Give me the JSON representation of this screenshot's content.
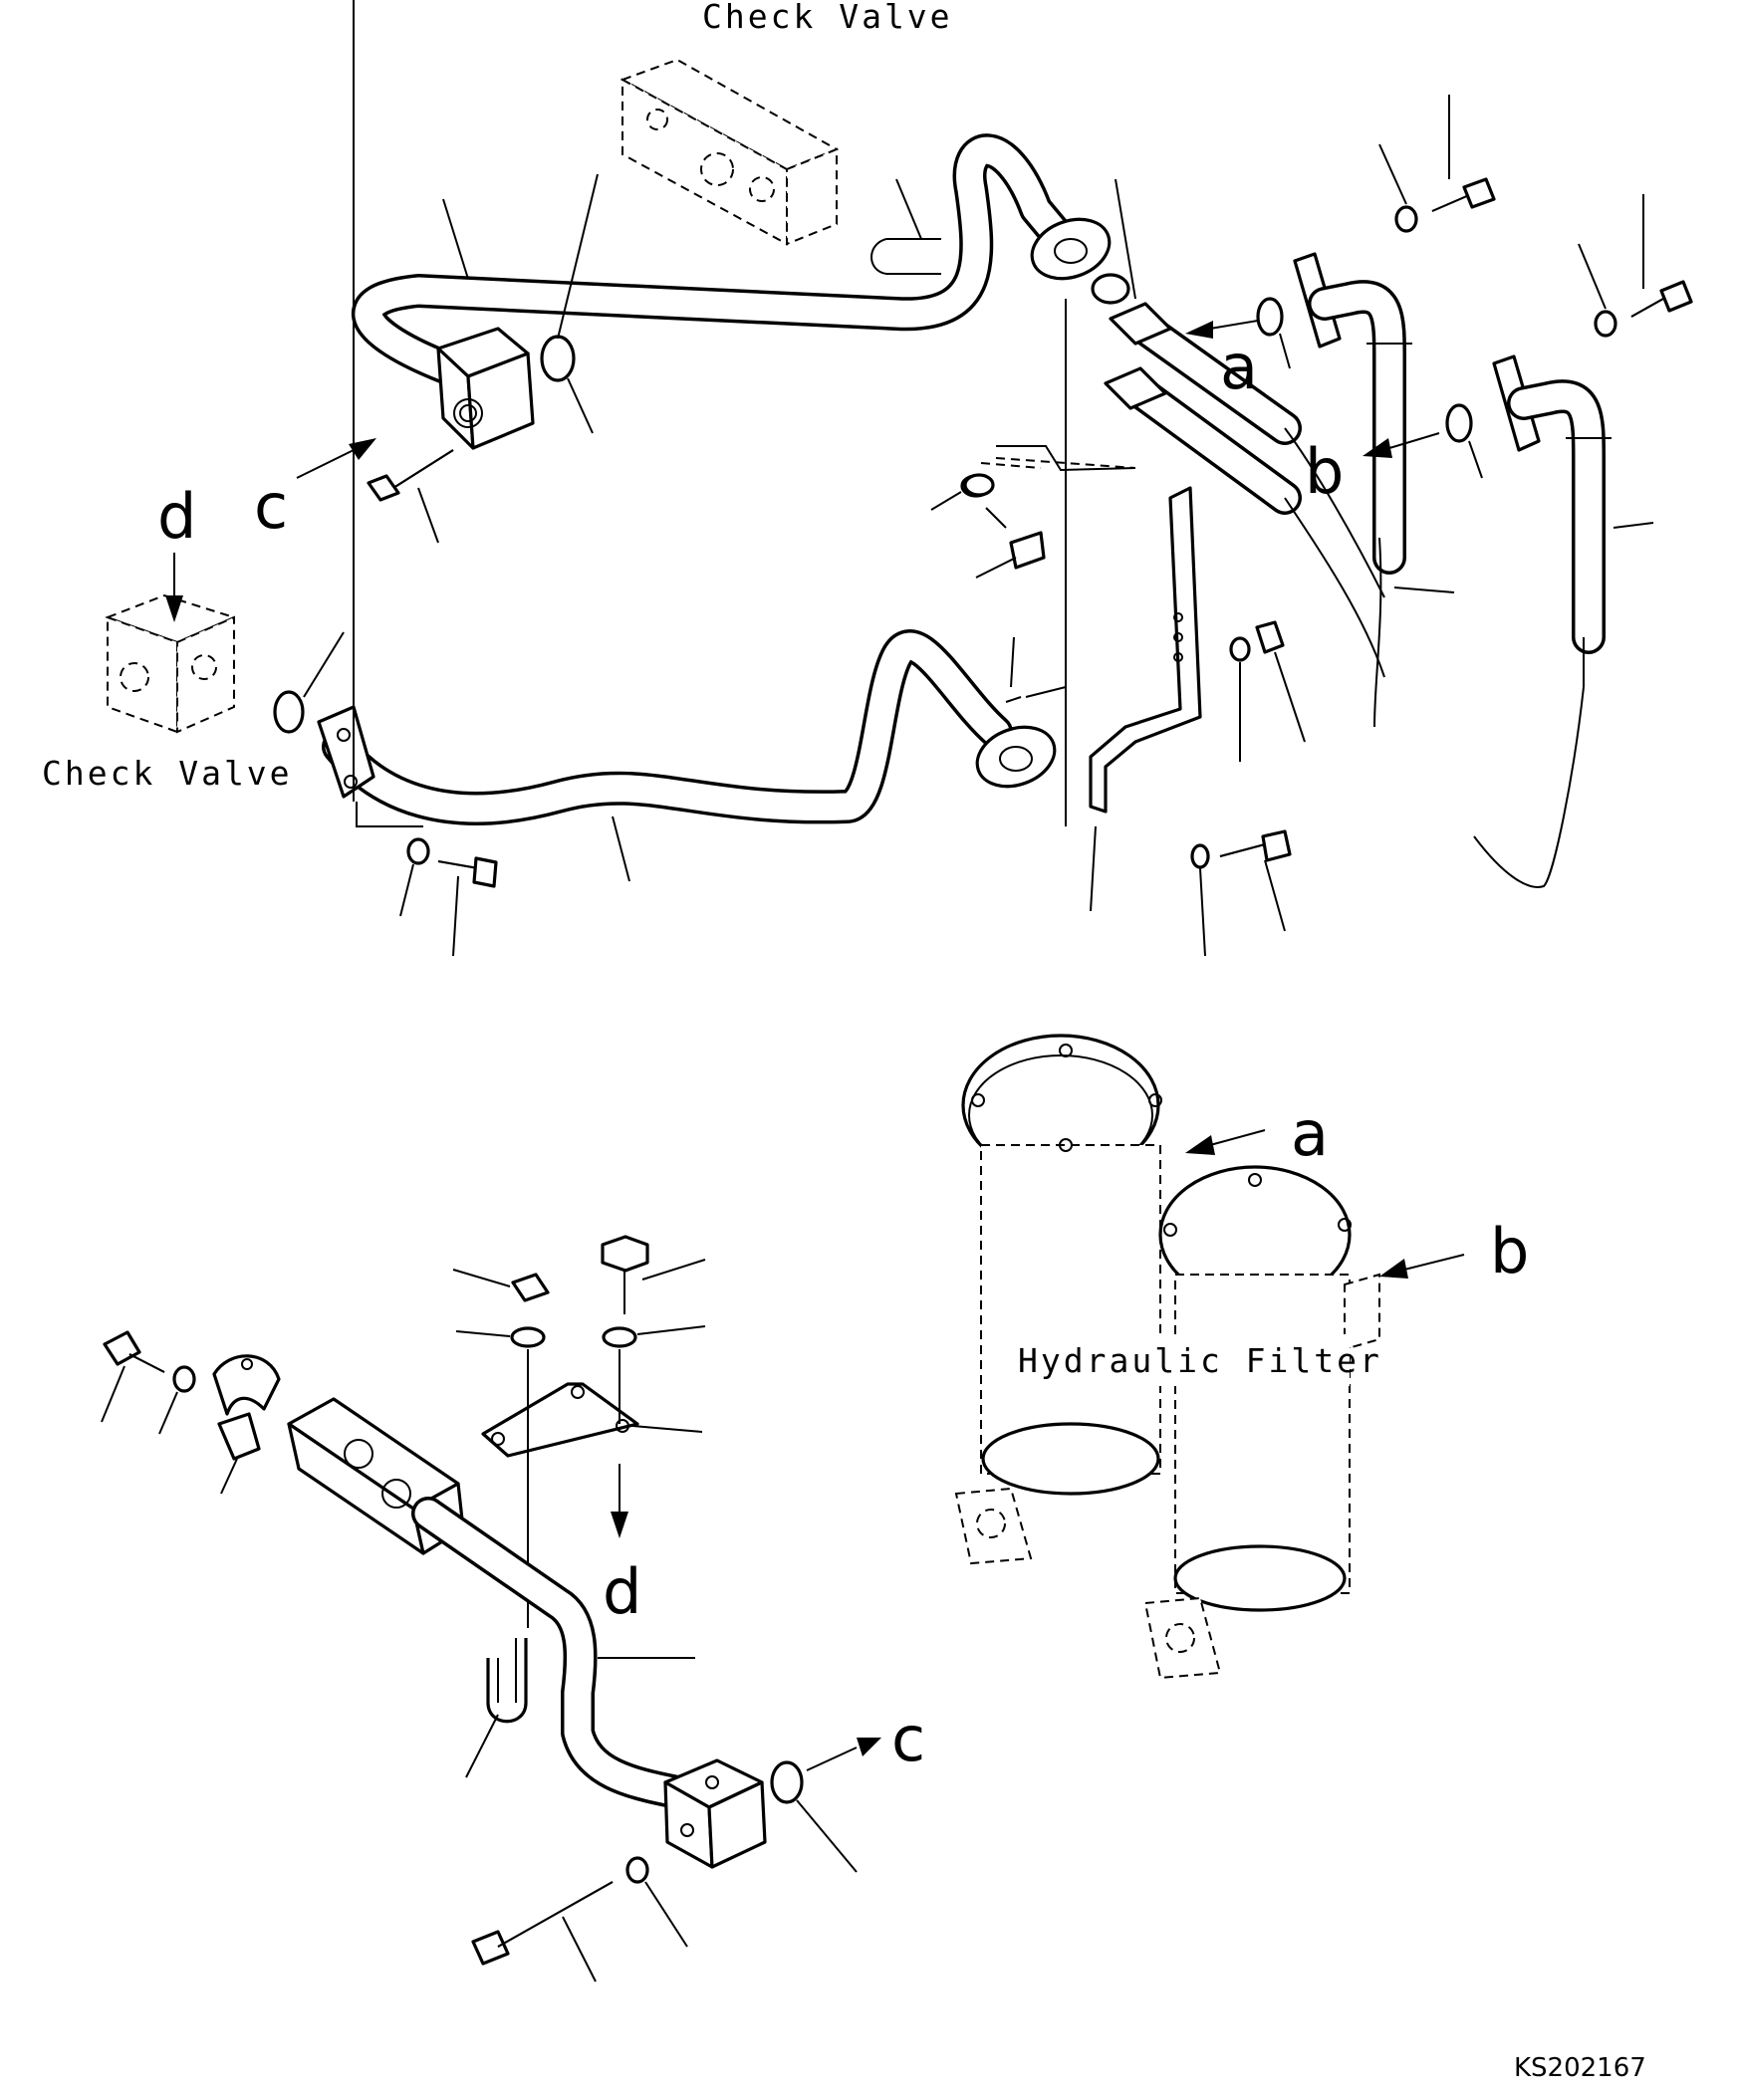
{
  "labels": {
    "check_valve_top": "Check Valve",
    "check_valve_left": "Check Valve",
    "hydraulic_filter": "Hydraulic Filter",
    "part_code": "KS202167"
  },
  "callouts": {
    "a_top": "a",
    "b_top": "b",
    "c_top": "c",
    "d_top": "d",
    "a_filter": "a",
    "b_filter": "b",
    "c_bottom": "c",
    "d_bottom": "d"
  }
}
